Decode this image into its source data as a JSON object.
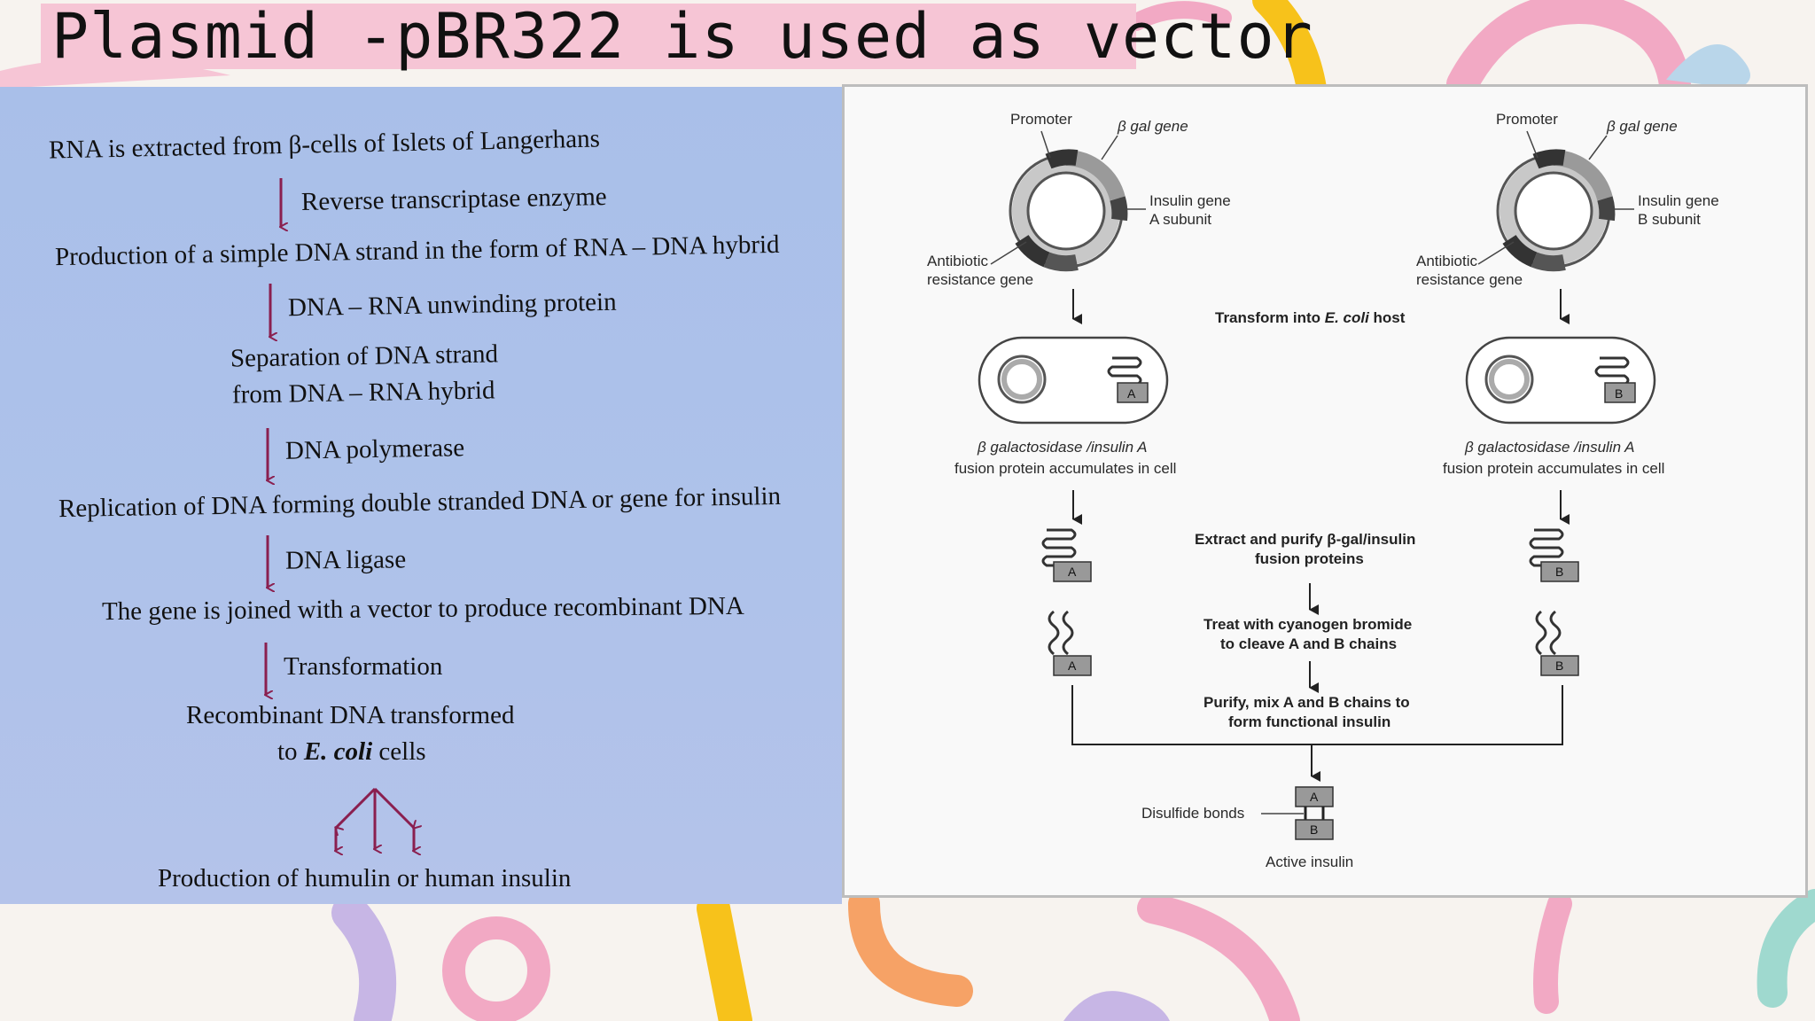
{
  "title": "Plasmid -pBR322  is used as vector",
  "flowchart": {
    "steps": [
      "RNA is extracted from β-cells of Islets of Langerhans",
      "Production of a simple DNA strand in the form of  RNA – DNA hybrid",
      "Separation of DNA strand",
      "from DNA – RNA hybrid",
      "Replication of DNA forming double stranded DNA or gene for insulin",
      "The gene is joined with a vector to produce recombinant DNA",
      "Recombinant DNA transformed",
      "to",
      "E. coli",
      "cells",
      "Production of humulin or human insulin"
    ],
    "arrow_labels": [
      "Reverse transcriptase enzyme",
      "DNA – RNA unwinding protein",
      "DNA polymerase",
      "DNA ligase",
      "Transformation"
    ]
  },
  "figure": {
    "left": {
      "promoter": "Promoter",
      "bgal_gene": "β gal gene",
      "insulin_gene": "Insulin gene",
      "subunit": "A subunit",
      "antibiotic": "Antibiotic",
      "resistance": "resistance gene",
      "fusion_line1": "β galactosidase /insulin A",
      "fusion_line2": "fusion protein accumulates in cell",
      "chain_letter": "A"
    },
    "right": {
      "promoter": "Promoter",
      "bgal_gene": "β gal gene",
      "insulin_gene": "Insulin gene",
      "subunit": "B subunit",
      "antibiotic": "Antibiotic",
      "resistance": "resistance gene",
      "fusion_line1": "β galactosidase /insulin A",
      "fusion_line2": "fusion protein accumulates in cell",
      "chain_letter": "B"
    },
    "center": {
      "transform_prefix": "Transform into ",
      "transform_organism": "E. coli",
      "transform_suffix": " host",
      "extract_line1": "Extract and purify β-gal/insulin",
      "extract_line2": "fusion proteins",
      "treat_line1": "Treat with cyanogen bromide",
      "treat_line2": "to cleave A and B chains",
      "purify_line1": "Purify, mix A and B chains to",
      "purify_line2": "form functional insulin",
      "disulfide": "Disulfide bonds",
      "active": "Active insulin"
    }
  },
  "colors": {
    "title_band": "#f6c5d5",
    "flow_panel": "#aec2ea",
    "flow_arrow": "#8a1f4f",
    "decor_yellow": "#f7c21b",
    "decor_pink": "#f2a9c4",
    "decor_orange": "#f6a266",
    "decor_lavender": "#c7b6e5",
    "decor_teal": "#9fd9cf",
    "decor_blue": "#b9d6ea"
  }
}
